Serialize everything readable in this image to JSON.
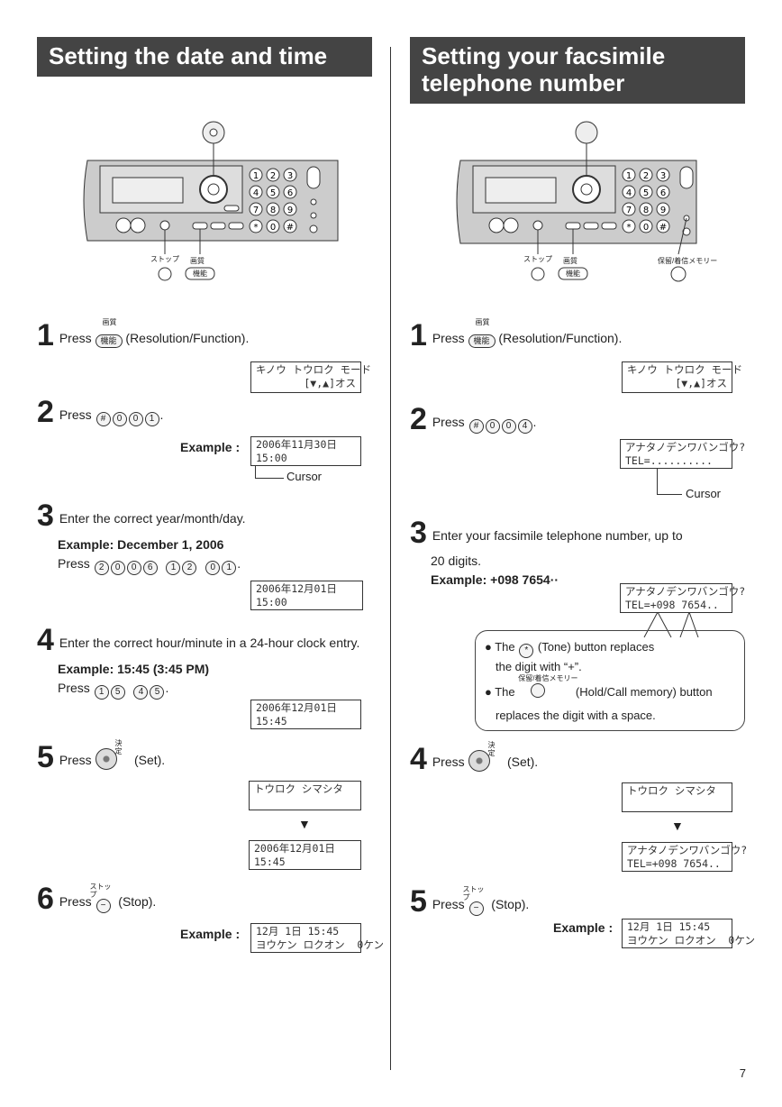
{
  "left": {
    "title": "Setting the date and time",
    "diagram_labels": {
      "stop": "ストップ",
      "quality": "画質",
      "func": "機能"
    },
    "steps": [
      {
        "num": "1",
        "text_a": "Press",
        "key_sup": "画質",
        "key": "機能",
        "text_b": "(Resolution/Function).",
        "lcd1": "キノウ トウロク モード",
        "lcd2": "[▼,▲]オス"
      },
      {
        "num": "2",
        "text_a": "Press",
        "keys": [
          "#",
          "0",
          "0",
          "1"
        ],
        "text_b": ".",
        "example": "Example :",
        "lcd1": "2006年11月30日",
        "lcd2": "15:00",
        "cursor": "Cursor"
      },
      {
        "num": "3",
        "text_a": "Enter the correct year/month/day.",
        "bold": "Example: December 1, 2006",
        "press": "Press",
        "keys_a": [
          "2",
          "0",
          "0",
          "6"
        ],
        "keys_b": [
          "1",
          "2"
        ],
        "keys_c": [
          "0",
          "1"
        ],
        "text_b": ".",
        "lcd1": "2006年12月01日",
        "lcd2": "15:00"
      },
      {
        "num": "4",
        "text_a": "Enter the correct hour/minute in a 24-hour clock entry.",
        "bold": "Example: 15:45 (3:45 PM)",
        "press": "Press",
        "keys_a": [
          "1",
          "5"
        ],
        "keys_b": [
          "4",
          "5"
        ],
        "text_b": ".",
        "lcd1": "2006年12月01日",
        "lcd2": "15:45"
      },
      {
        "num": "5",
        "text_a": "Press",
        "key_sup": "決定",
        "text_b": "(Set).",
        "lcd1": "トウロク シマシタ",
        "lcd2": "",
        "lcd3": "2006年12月01日",
        "lcd4": "15:45"
      },
      {
        "num": "6",
        "text_a": "Press",
        "key_sup": "ストップ",
        "text_b": "(Stop).",
        "example": "Example :",
        "lcd1": "12月 1日 15:45",
        "lcd2": "ヨウケン ロクオン  0ケン"
      }
    ]
  },
  "right": {
    "title": "Setting your facsimile telephone number",
    "diagram_labels": {
      "stop": "ストップ",
      "quality": "画質",
      "func": "機能",
      "hold": "保留/着信メモリー"
    },
    "steps": [
      {
        "num": "1",
        "text_a": "Press",
        "key_sup": "画質",
        "key": "機能",
        "text_b": "(Resolution/Function).",
        "lcd1": "キノウ トウロク モード",
        "lcd2": "[▼,▲]オス"
      },
      {
        "num": "2",
        "text_a": "Press",
        "keys": [
          "#",
          "0",
          "0",
          "4"
        ],
        "text_b": ".",
        "lcd1": "アナタノデンワバンゴウ?",
        "lcd2": "TEL=..........",
        "cursor": "Cursor"
      },
      {
        "num": "3",
        "text_a": "Enter your facsimile telephone number, up to",
        "text_a2": "20 digits.",
        "bold": "Example: +098 7654··",
        "lcd1": "アナタノデンワバンゴウ?",
        "lcd2": "TEL=+098 7654..",
        "note1a": "The",
        "note1b": "(Tone) button replaces",
        "note1c": "the digit with “+”.",
        "note2a": "The",
        "note2sup": "保留/着信メモリー",
        "note2b": "(Hold/Call memory) button",
        "note2c": "replaces the digit with a space."
      },
      {
        "num": "4",
        "text_a": "Press",
        "key_sup": "決定",
        "text_b": "(Set).",
        "lcd1": "トウロク シマシタ",
        "lcd2": "",
        "lcd3": "アナタノデンワバンゴウ?",
        "lcd4": "TEL=+098 7654.."
      },
      {
        "num": "5",
        "text_a": "Press",
        "key_sup": "ストップ",
        "text_b": "(Stop).",
        "example": "Example :",
        "lcd1": "12月 1日 15:45",
        "lcd2": "ヨウケン ロクオン  0ケン"
      }
    ]
  },
  "page_number": "7"
}
